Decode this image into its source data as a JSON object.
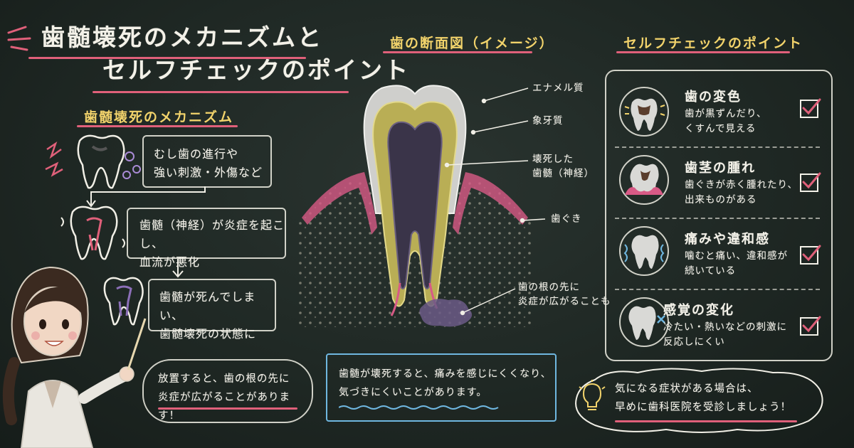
{
  "title": {
    "line1": "歯髄壊死のメカニズムと",
    "line2": "セルフチェックのポイント"
  },
  "mechanism": {
    "heading": "歯髄壊死のメカニズム",
    "steps": [
      {
        "line1": "むし歯の進行や",
        "line2": "強い刺激・外傷など"
      },
      {
        "line1": "歯髄（神経）が炎症を起こし、",
        "line2": "血流が悪化"
      },
      {
        "line1": "歯髄が死んでしまい、",
        "line2": "歯髄壊死の状態に"
      }
    ],
    "speech": {
      "line1": "放置すると、歯の根の先に",
      "line2": "炎症が広がることがあります！"
    }
  },
  "diagram": {
    "heading": "歯の断面図（イメージ）",
    "labels": {
      "enamel": "エナメル質",
      "dentin": "象牙質",
      "pulp_line1": "壊死した",
      "pulp_line2": "歯髄（神経）",
      "gum": "歯ぐき",
      "root_line1": "歯の根の先に",
      "root_line2": "炎症が広がることも"
    },
    "note": {
      "line1": "歯髄が壊死すると、痛みを感じにくくなり、",
      "line2": "気づきにくいことがあります。"
    }
  },
  "selfcheck": {
    "heading": "セルフチェックのポイント",
    "items": [
      {
        "title": "歯の変色",
        "d1": "歯が黒ずんだり、",
        "d2": "くすんで見える"
      },
      {
        "title": "歯茎の腫れ",
        "d1": "歯ぐきが赤く腫れたり、",
        "d2": "出来ものがある"
      },
      {
        "title": "痛みや違和感",
        "d1": "噛むと痛い、違和感が",
        "d2": "続いている"
      },
      {
        "title": "感覚の変化",
        "d1": "冷たい・熱いなどの刺激に",
        "d2": "反応しにくい"
      }
    ],
    "tip": {
      "line1": "気になる症状がある場合は、",
      "line2": "早めに歯科医院を受診しましょう！"
    }
  },
  "colors": {
    "board": "#1f2824",
    "chalk_yellow": "#f2d36b",
    "chalk_pink": "#e0607a",
    "chalk_blue": "#6fb7e0",
    "enamel": "#d9d9d6",
    "dentin": "#d8cf77",
    "pulp": "#3a3449",
    "gum": "#d85a86"
  }
}
